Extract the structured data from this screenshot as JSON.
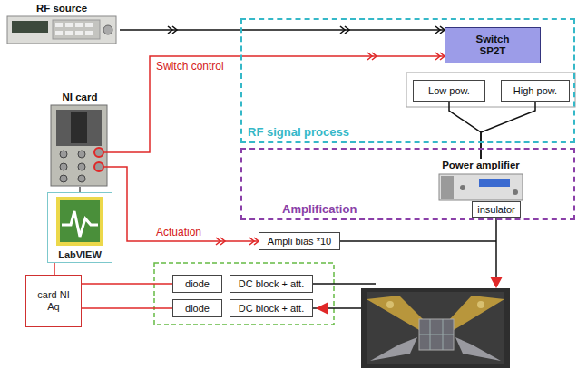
{
  "diagram": {
    "nodes": [
      {
        "text": [
          "RF source"
        ]
      },
      {
        "text": [
          "RF signal process"
        ]
      },
      {
        "text": [
          "Switch SP2T"
        ],
        "in": 1
      },
      {
        "text": [
          "Low pow."
        ],
        "in": 1
      },
      {
        "text": [
          "High pow."
        ],
        "in": 1
      },
      {
        "text": [
          "NI card"
        ]
      },
      {
        "text": [
          "Amplification"
        ]
      },
      {
        "text": [
          "Power amplifier"
        ],
        "in": 6
      },
      {
        "text": [
          "insulator"
        ],
        "in": 6
      },
      {
        "text": [
          "LabVIEW"
        ]
      },
      {
        "text": [
          "Ampli bias *10"
        ]
      },
      {
        "text": [
          "card NI Aq"
        ]
      },
      {
        "text": [
          "diode"
        ]
      },
      {
        "text": [
          "DC block + att."
        ]
      },
      {
        "text": [
          "diode"
        ]
      },
      {
        "text": [
          "DC block + att."
        ]
      }
    ],
    "edges": [
      {
        "from": 0,
        "to": 2,
        "arrow": "to"
      },
      {
        "from": 5,
        "to": 2,
        "label": "Switch control",
        "arrow": "to"
      },
      {
        "from": 3,
        "to": 7,
        "arrow": "none"
      },
      {
        "from": 4,
        "to": 7,
        "arrow": "none"
      },
      {
        "from": 5,
        "to": 10,
        "label": "Actuation",
        "arrow": "to"
      },
      {
        "from": 5,
        "to": 9,
        "arrow": "none"
      },
      {
        "from": 9,
        "to": 11,
        "arrow": "none"
      },
      {
        "from": 11,
        "to": 12,
        "arrow": "none"
      },
      {
        "from": 11,
        "to": 14,
        "arrow": "none"
      }
    ]
  }
}
